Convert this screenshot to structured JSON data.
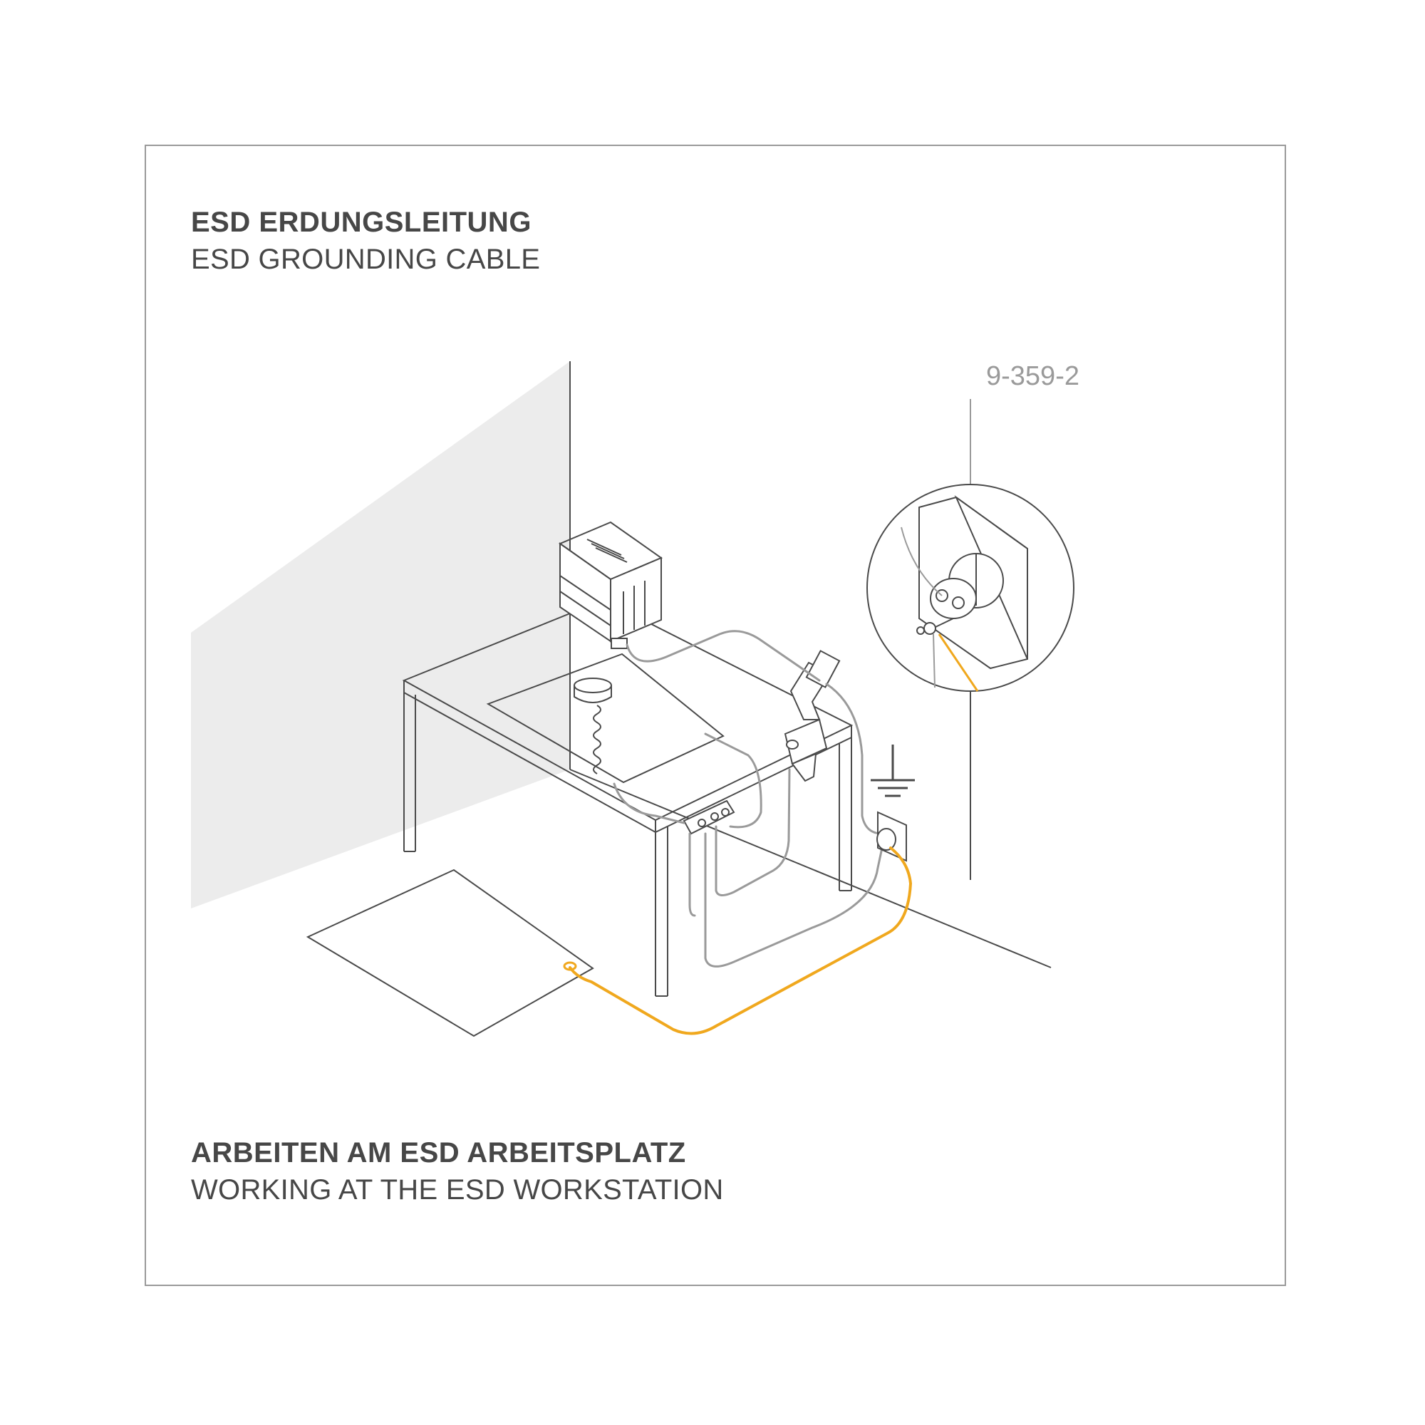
{
  "header": {
    "title_de": "ESD ERDUNGSLEITUNG",
    "title_en": "ESD GROUNDING CABLE"
  },
  "part_number": "9-359-2",
  "footer": {
    "caption_de": "ARBEITEN AM ESD ARBEITSPLATZ",
    "caption_en": "WORKING AT THE ESD WORKSTATION"
  },
  "colors": {
    "line": "#4a4a4a",
    "cable_gray": "#9a9a9a",
    "grounding_cable": "#f0a81e",
    "wall_fill": "#ececec",
    "frame": "#9a9a9a"
  },
  "icons": [
    "ground-symbol-icon",
    "wrist-strap-icon",
    "soldering-iron-icon",
    "ground-socket-icon"
  ]
}
